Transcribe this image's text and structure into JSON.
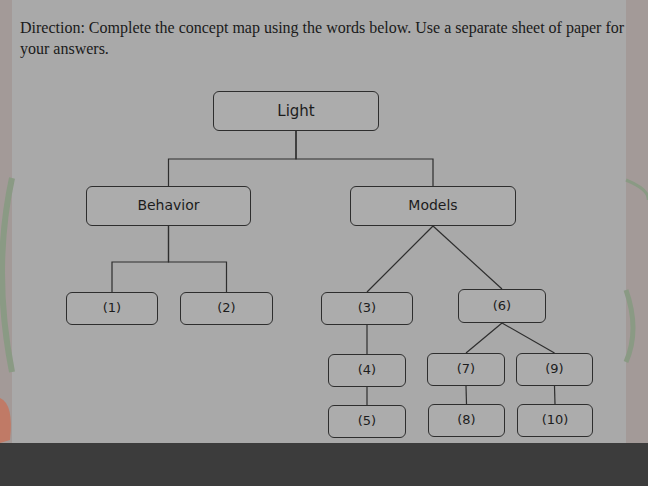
{
  "diagram": {
    "title": "Direction: Complete the concept map using the words below. Use a separate sheet of paper for your answers.",
    "nodes": [
      {
        "text": [
          "Light"
        ]
      },
      {
        "text": [
          "Behavior"
        ]
      },
      {
        "text": [
          "Models"
        ]
      },
      {
        "text": [
          "(1)"
        ]
      },
      {
        "text": [
          "(2)"
        ]
      },
      {
        "text": [
          "(3)"
        ]
      },
      {
        "text": [
          "(6)"
        ]
      },
      {
        "text": [
          "(4)"
        ]
      },
      {
        "text": [
          "(7)"
        ]
      },
      {
        "text": [
          "(9)"
        ]
      },
      {
        "text": [
          "(5)"
        ]
      },
      {
        "text": [
          "(8)"
        ]
      },
      {
        "text": [
          "(10)"
        ]
      }
    ],
    "edges": [
      {
        "from": 0,
        "to": 1,
        "arrow": "none"
      },
      {
        "from": 0,
        "to": 2,
        "arrow": "none"
      },
      {
        "from": 1,
        "to": 3,
        "arrow": "none"
      },
      {
        "from": 1,
        "to": 4,
        "arrow": "none"
      },
      {
        "from": 2,
        "to": 5,
        "arrow": "none"
      },
      {
        "from": 2,
        "to": 6,
        "arrow": "none"
      },
      {
        "from": 5,
        "to": 7,
        "arrow": "none"
      },
      {
        "from": 7,
        "to": 10,
        "arrow": "none"
      },
      {
        "from": 6,
        "to": 8,
        "arrow": "none"
      },
      {
        "from": 6,
        "to": 9,
        "arrow": "none"
      },
      {
        "from": 8,
        "to": 11,
        "arrow": "none"
      },
      {
        "from": 9,
        "to": 12,
        "arrow": "none"
      }
    ]
  }
}
